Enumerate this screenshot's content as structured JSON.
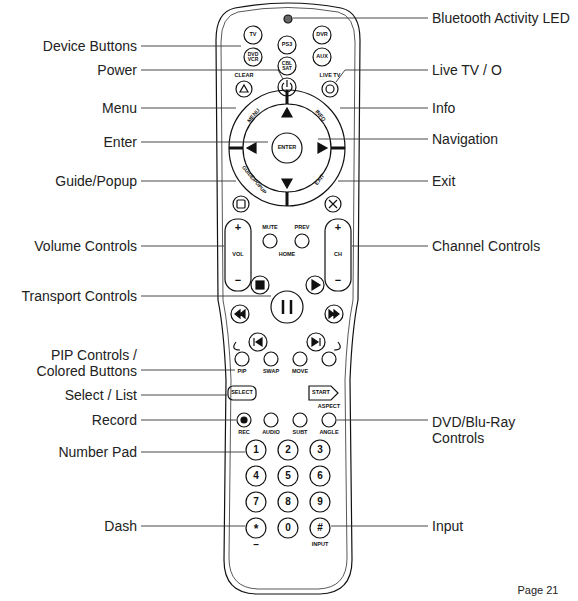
{
  "diagram": {
    "labels": [
      "Device Buttons",
      "Power",
      "Menu",
      "Enter",
      "Guide/Popup",
      "Volume Controls",
      "Transport Controls",
      "PIP Controls / Colored Buttons",
      "Select / List",
      "Record",
      "Number Pad",
      "Dash",
      "Bluetooth Activity LED",
      "Live TV / O",
      "Info",
      "Navigation",
      "Exit",
      "Channel Controls",
      "DVD/Blu-Ray Controls",
      "Input",
      "Page 21",
      "TV",
      "PS3",
      "DVR",
      "DVD VCR",
      "CBL SAT",
      "AUX",
      "CLEAR",
      "LIVE TV",
      "MENU",
      "INFO",
      "ENTER",
      "GUIDE/POPUP",
      "EXIT",
      "MUTE",
      "PREV",
      "VOL",
      "CH",
      "HOME",
      "+",
      "−",
      "+",
      "−",
      "PIP",
      "SWAP",
      "MOVE",
      "SELECT",
      "START",
      "ASPECT",
      "REC",
      "AUDIO",
      "SUBT",
      "ANGLE",
      "1",
      "2",
      "3",
      "4",
      "5",
      "6",
      "7",
      "8",
      "9",
      "*",
      "0",
      "#",
      "–",
      "INPUT"
    ]
  }
}
